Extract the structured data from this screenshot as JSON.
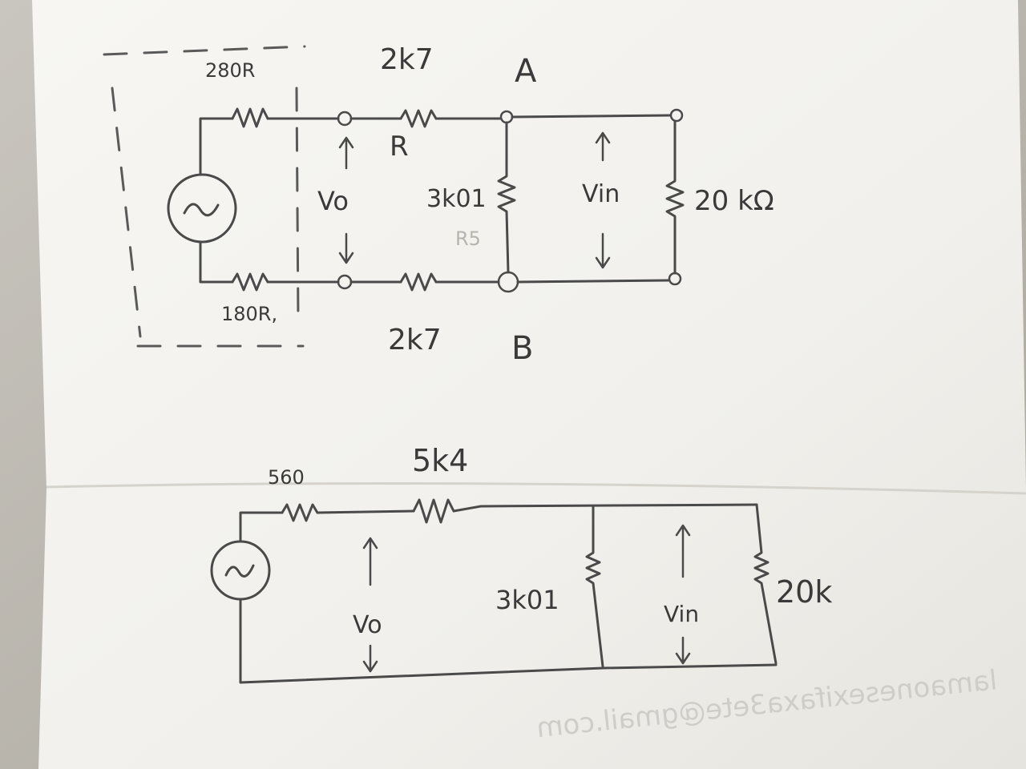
{
  "circuit1": {
    "r_source_top": "280R",
    "r_source_bottom": "180R,",
    "r_series_top": "2k7",
    "r_series_top_symbol": "R",
    "r_series_bottom": "2k7",
    "node_a": "A",
    "node_b": "B",
    "vo_label": "Vo",
    "r_shunt": "3k01",
    "r_shunt_faint": "R5",
    "vin_label": "Vin",
    "r_load": "20 kΩ"
  },
  "circuit2": {
    "r_source": "560",
    "r_series": "5k4",
    "vo_label": "Vo",
    "r_shunt": "3k01",
    "vin_label": "Vin",
    "r_load": "20k"
  },
  "watermark": "lamaonesexifaxa3ete@gmail.com",
  "colors": {
    "paper": "#f3f2ee",
    "ink": "#3a3a3a",
    "background": "#b9b6ae"
  }
}
